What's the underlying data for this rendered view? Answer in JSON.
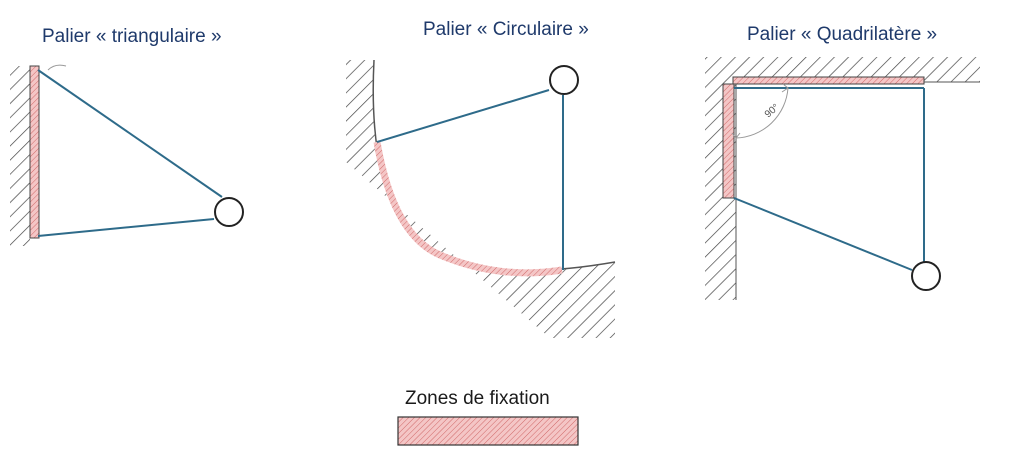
{
  "titles": {
    "triangular": "Palier « triangulaire »",
    "circular": "Palier « Circulaire »",
    "quadrilateral": "Palier « Quadrilatère »"
  },
  "angle_label": "90°",
  "legend": {
    "label": "Zones de fixation"
  },
  "colors": {
    "title_text": "#1f3a6b",
    "strut": "#2e6b8a",
    "hatch": "#444444",
    "fixation_fill": "#f4c6c6",
    "fixation_hatch": "#d06868"
  }
}
